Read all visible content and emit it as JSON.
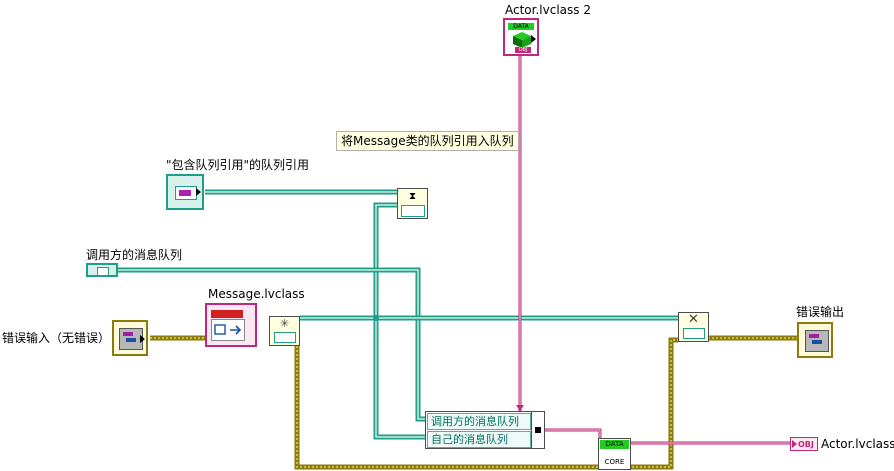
{
  "labels": {
    "actor2": "Actor.lvclass 2",
    "comment": "将Message类的队列引用入队列",
    "queue_ref": "\"包含队列引用\"的队列引用",
    "caller_queue": "调用方的消息队列",
    "message_class": "Message.lvclass",
    "error_in": "错误输入（无错误）",
    "error_out": "错误输出",
    "actor_out": "Actor.lvclass"
  },
  "bundle": {
    "rows": [
      "调用方的消息队列",
      "自己的消息队列"
    ]
  },
  "node_text": {
    "data": "DATA",
    "obj": "OBJ",
    "core": "CORE"
  },
  "colors": {
    "refnum_wire": "#1f9e8a",
    "class_wire": "#c0297a",
    "error_wire": "#8a7a10",
    "error_wire_fill": "#e8d840",
    "refnum_fill": "#c8f0e0",
    "data_green": "#22cc22"
  }
}
